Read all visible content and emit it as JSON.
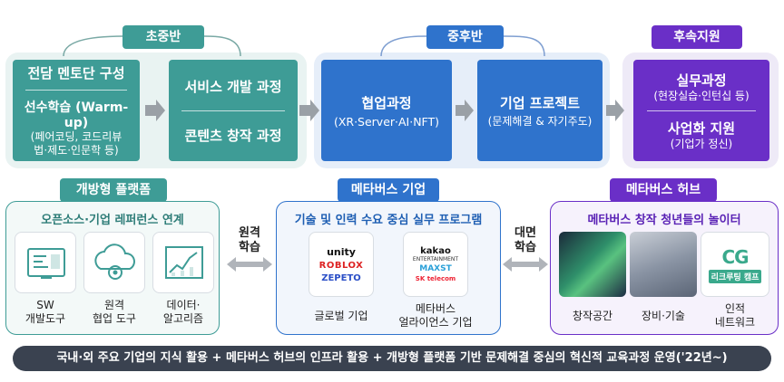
{
  "stages": {
    "early": {
      "label": "초중반",
      "mentor": {
        "title": "전담 멘토단 구성",
        "warmup": "선수학습 (Warm-up)",
        "warmup_detail_1": "(페어코딩, 코드리뷰",
        "warmup_detail_2": "법·제도·인문학 등)"
      },
      "service": "서비스 개발 과정",
      "content": "콘텐츠 창작 과정"
    },
    "mid": {
      "label": "중후반",
      "collab": {
        "title": "협업과정",
        "detail": "(XR·Server·AI·NFT)"
      },
      "project": {
        "title": "기업 프로젝트",
        "detail": "(문제해결 & 자기주도)"
      }
    },
    "follow": {
      "label": "후속지원",
      "practice": {
        "title": "실무과정",
        "detail": "(현장실습·인턴십 등)"
      },
      "biz": {
        "title": "사업화 지원",
        "detail": "(기업가 정신)"
      }
    }
  },
  "open_platform": {
    "label": "개방형 플랫폼",
    "subtitle": "오픈소스·기업 레퍼런스 연계",
    "items": [
      {
        "label_1": "SW",
        "label_2": "개발도구"
      },
      {
        "label_1": "원격",
        "label_2": "협업 도구"
      },
      {
        "label_1": "데이터·",
        "label_2": "알고리즘"
      }
    ]
  },
  "remote_learning": {
    "line_1": "원격",
    "line_2": "학습"
  },
  "metaverse_company": {
    "label": "메타버스 기업",
    "subtitle": "기술 및 인력 수요 중심 실무 프로그램",
    "global": {
      "logos": [
        "unity",
        "ROBLOX",
        "ZEPETO"
      ],
      "label": "글로벌 기업"
    },
    "alliance": {
      "logos": [
        "kakao",
        "ENTERTAINMENT",
        "MAXST",
        "SK telecom"
      ],
      "label_1": "메타버스",
      "label_2": "얼라이언스 기업"
    }
  },
  "face_learning": {
    "line_1": "대면",
    "line_2": "학습"
  },
  "metaverse_hub": {
    "label": "메타버스 허브",
    "subtitle": "메타버스 창작 청년들의 놀이터",
    "items": [
      {
        "label": "창작공간"
      },
      {
        "label": "장비·기술"
      },
      {
        "label_1": "인적",
        "label_2": "네트워크",
        "logo_mark": "CG",
        "logo_text": "리크루팅 캠프"
      }
    ]
  },
  "summary": "국내·외 주요 기업의 지식 활용 + 메타버스 허브의 인프라 활용 + 개방형 플랫폼 기반 문제해결 중심의 혁신적 교육과정 운영('22년~)",
  "colors": {
    "teal": "#3e9c96",
    "blue": "#2f73cc",
    "purple": "#6a2fc7",
    "gray_arrow": "#9aa0a6"
  }
}
